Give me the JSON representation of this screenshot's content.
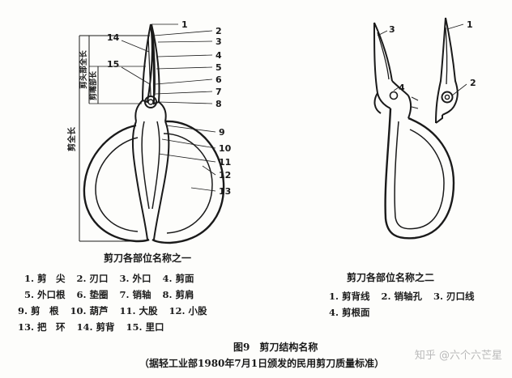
{
  "diagram1": {
    "caption": "剪刀各部位名称之一",
    "dim_total": "剪全长",
    "dim_head": "剪头部全长",
    "dim_blade": "剪嘴部长",
    "labels": [
      "1",
      "2",
      "3",
      "4",
      "5",
      "6",
      "7",
      "8",
      "9",
      "10",
      "11",
      "12",
      "13",
      "14",
      "15"
    ],
    "legend": [
      [
        "1. 剪　尖",
        "2. 刃口",
        "3. 外口",
        "4. 剪面"
      ],
      [
        "5. 外口根",
        "6. 垫圈",
        "7. 销轴",
        "8. 剪肩"
      ],
      [
        "9. 剪　根",
        "10. 葫芦",
        "11. 大股",
        "12. 小股"
      ],
      [
        "13. 把　环",
        "14. 剪背",
        "15. 里口"
      ]
    ]
  },
  "diagram2": {
    "caption": "剪刀各部位名称之二",
    "labels": [
      "1",
      "2",
      "3",
      "4"
    ],
    "legend": [
      [
        "1. 剪背线",
        "2. 销轴孔",
        "3. 刃口线"
      ],
      [
        "4. 剪根面"
      ]
    ]
  },
  "figure": {
    "title": "图9　剪刀结构名称",
    "source": "（据轻工业部1980年7月1日颁发的民用剪刀质量标准）"
  },
  "watermark": "知乎 @六个六芒星"
}
